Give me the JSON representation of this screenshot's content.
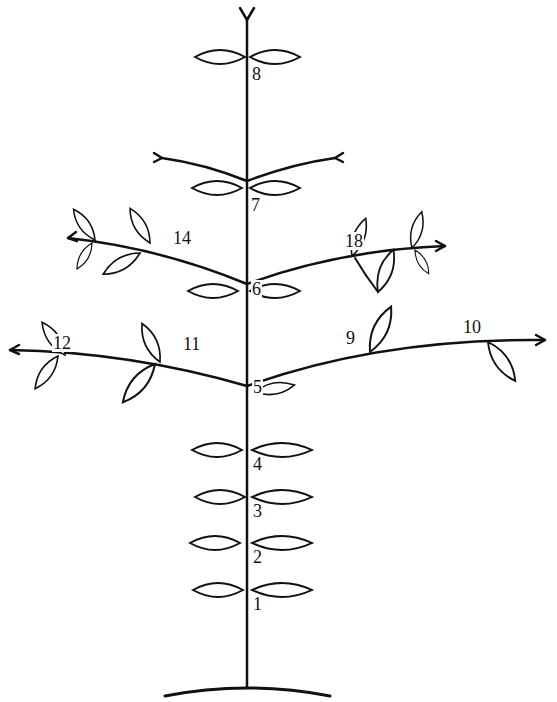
{
  "diagram": {
    "labels": [
      "8",
      "7",
      "14",
      "18",
      "6",
      "12",
      "11",
      "9",
      "10",
      "5",
      "4",
      "3",
      "2",
      "1"
    ]
  }
}
